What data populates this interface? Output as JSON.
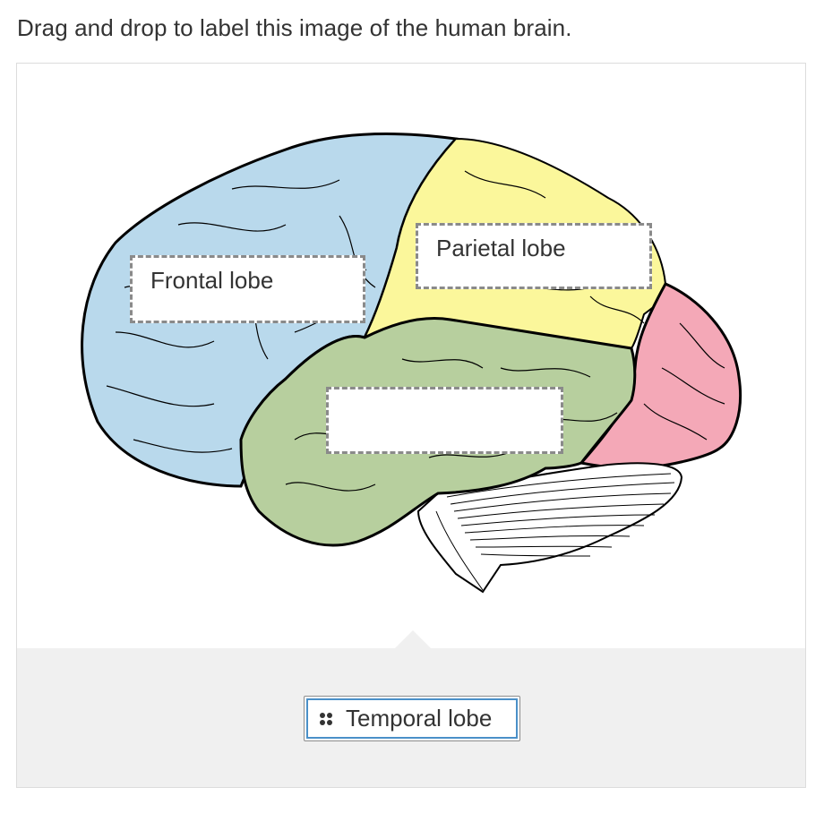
{
  "question": {
    "text": "Drag and drop to label this image of the human brain."
  },
  "diagram": {
    "icon": "brain-illustration",
    "regions": [
      {
        "name": "frontal",
        "color": "#b9d9ec"
      },
      {
        "name": "parietal",
        "color": "#fbf79b"
      },
      {
        "name": "temporal",
        "color": "#b7cf9e"
      },
      {
        "name": "occipital",
        "color": "#f4a8b7"
      },
      {
        "name": "cerebellum",
        "color": "#ffffff"
      }
    ]
  },
  "drop_zones": [
    {
      "id": "zone-frontal",
      "label": "Frontal lobe"
    },
    {
      "id": "zone-parietal",
      "label": "Parietal lobe"
    },
    {
      "id": "zone-temporal",
      "label": ""
    }
  ],
  "tray": {
    "items": [
      {
        "label": "Temporal lobe",
        "icon": "drag-handle-icon"
      }
    ]
  },
  "colors": {
    "drag_item_focus": "#4a90c8",
    "tray_background": "#f0f0f0",
    "drop_zone_border": "#8a8a8a"
  }
}
